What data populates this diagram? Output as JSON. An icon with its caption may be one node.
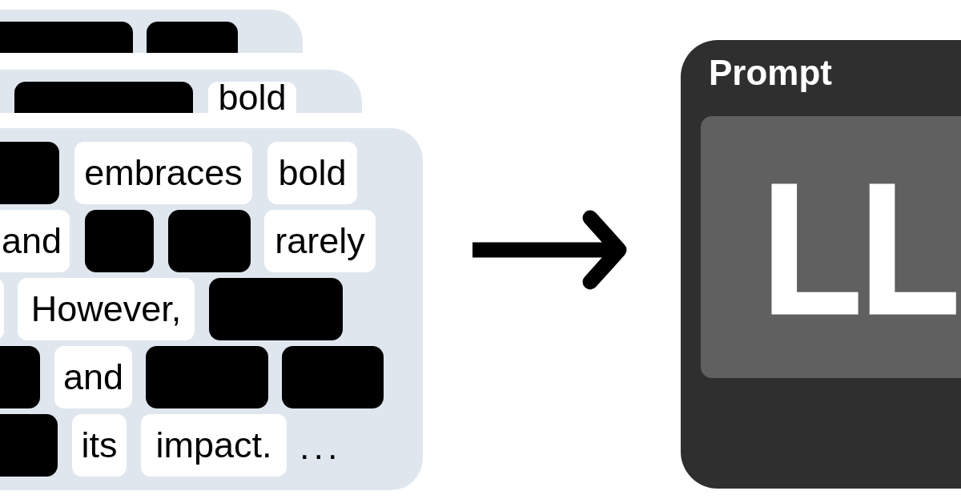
{
  "diagram": {
    "nodes": [
      {
        "text": [],
        "shape": "box"
      },
      {
        "text": [],
        "shape": "bar",
        "in": 0
      },
      {
        "text": [],
        "shape": "bar",
        "in": 0
      },
      {
        "text": [],
        "shape": "box"
      },
      {
        "text": [],
        "shape": "bar",
        "in": 3
      },
      {
        "text": [
          "bold"
        ],
        "in": 3
      },
      {
        "text": [],
        "shape": "box"
      },
      {
        "text": [],
        "shape": "bar",
        "in": 6
      },
      {
        "text": [
          "embraces"
        ],
        "in": 6
      },
      {
        "text": [
          "bold"
        ],
        "in": 6
      },
      {
        "text": [
          "and"
        ],
        "in": 6
      },
      {
        "text": [],
        "shape": "bar",
        "in": 6
      },
      {
        "text": [],
        "shape": "bar",
        "in": 6
      },
      {
        "text": [
          "rarely"
        ],
        "in": 6
      },
      {
        "text": [],
        "shape": "tile",
        "in": 6
      },
      {
        "text": [
          "However,"
        ],
        "in": 6
      },
      {
        "text": [],
        "shape": "bar",
        "in": 6
      },
      {
        "text": [],
        "shape": "bar",
        "in": 6
      },
      {
        "text": [
          "and"
        ],
        "in": 6
      },
      {
        "text": [],
        "shape": "bar",
        "in": 6
      },
      {
        "text": [],
        "shape": "bar",
        "in": 6
      },
      {
        "text": [],
        "shape": "bar",
        "in": 6
      },
      {
        "text": [
          "its"
        ],
        "in": 6
      },
      {
        "text": [
          "impact."
        ],
        "in": 6
      },
      {
        "text": [
          "Prompt"
        ]
      },
      {
        "text": [
          "LL"
        ],
        "in": 24
      }
    ],
    "edges": [
      {
        "from": 6,
        "to": 24,
        "arrow": "to"
      }
    ],
    "labels": [
      "..."
    ]
  }
}
